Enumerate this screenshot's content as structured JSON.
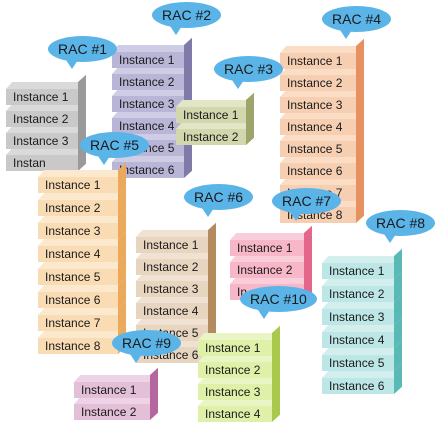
{
  "clusters": [
    {
      "name": "RAC #1",
      "instances": [
        "Instance 1",
        "Instance 2",
        "Instance 3",
        "Instan"
      ],
      "front": "#c9c9c9",
      "top": "#dadada",
      "side": "#9a9a9a"
    },
    {
      "name": "RAC #2",
      "instances": [
        "Instance 1",
        "Instance 2",
        "Instance 3",
        "Instance 4",
        "Instance 5",
        "Instance 6"
      ],
      "front": "#b8b5d6",
      "top": "#cfcde6",
      "side": "#7f7aa8"
    },
    {
      "name": "RAC #3",
      "instances": [
        "Instance 1",
        "Instance 2"
      ],
      "front": "#d3d7ae",
      "top": "#e2e5c6",
      "side": "#9ea46a"
    },
    {
      "name": "RAC #4",
      "instances": [
        "Instance 1",
        "Instance 2",
        "Instance 3",
        "Instance 4",
        "Instance 5",
        "Instance 6",
        "Instance 7",
        "Instance 8"
      ],
      "front": "#f6cfb2",
      "top": "#fbdcc5",
      "side": "#e6915f"
    },
    {
      "name": "RAC #5",
      "instances": [
        "Instance 1",
        "Instance 2",
        "Instance 3",
        "Instance 4",
        "Instance 5",
        "Instance 6",
        "Instance 7",
        "Instance 8"
      ],
      "front": "#f9dcb4",
      "top": "#fbe8cd",
      "side": "#eaa95b"
    },
    {
      "name": "RAC #6",
      "instances": [
        "Instance 1",
        "Instance 2",
        "Instance 3",
        "Instance 4",
        "Instance 5",
        "Instance 6"
      ],
      "front": "#e7d5c0",
      "top": "#efe2d3",
      "side": "#b48b5f"
    },
    {
      "name": "RAC #7",
      "instances": [
        "Instance 1",
        "Instance 2",
        "In"
      ],
      "front": "#f7b7c8",
      "top": "#f9cdd9",
      "side": "#e2678a"
    },
    {
      "name": "RAC #8",
      "instances": [
        "Instance 1",
        "Instance 2",
        "Instance 3",
        "Instance 4",
        "Instance 5",
        "Instance 6"
      ],
      "front": "#bde7e6",
      "top": "#d2efee",
      "side": "#59b9b5"
    },
    {
      "name": "RAC #9",
      "instances": [
        "Instance 1",
        "Instance 2"
      ],
      "front": "#e3c0d8",
      "top": "#edd3e5",
      "side": "#b3679e"
    },
    {
      "name": "RAC #10",
      "instances": [
        "Instance 1",
        "Instance 2",
        "Instance 3",
        "Instance 4"
      ],
      "front": "#dff0a8",
      "top": "#e9f5c4",
      "side": "#a9c94c"
    }
  ]
}
